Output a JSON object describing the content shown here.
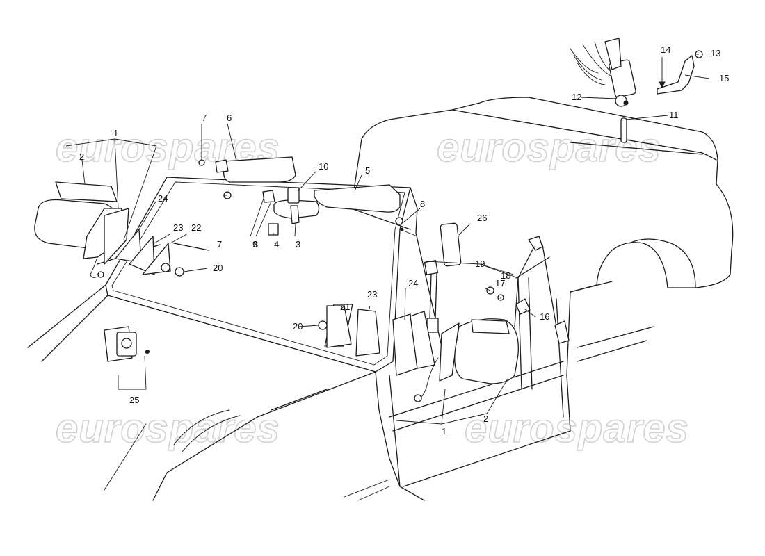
{
  "watermark": {
    "text": "eurospares"
  },
  "callouts": [
    {
      "label": "1",
      "name": "callout-1-left-mirror-assembly"
    },
    {
      "label": "2",
      "name": "callout-2-left-mirror-glass"
    },
    {
      "label": "3",
      "name": "callout-3-rear-view-mirror"
    },
    {
      "label": "4",
      "name": "callout-4-mirror-pad"
    },
    {
      "label": "5",
      "name": "callout-5-right-sun-visor"
    },
    {
      "label": "6",
      "name": "callout-6-left-sun-visor"
    },
    {
      "label": "7",
      "name": "callout-7-visor-clip-top"
    },
    {
      "label": "7",
      "name": "callout-7-visor-clip-lower"
    },
    {
      "label": "8",
      "name": "callout-8-screw-left"
    },
    {
      "label": "8",
      "name": "callout-8-screw-right"
    },
    {
      "label": "9",
      "name": "callout-9-visor-bracket"
    },
    {
      "label": "10",
      "name": "callout-10-mirror-mount"
    },
    {
      "label": "11",
      "name": "callout-11-antenna-mast"
    },
    {
      "label": "12",
      "name": "callout-12-antenna-motor"
    },
    {
      "label": "13",
      "name": "callout-13-nut"
    },
    {
      "label": "14",
      "name": "callout-14-bolt"
    },
    {
      "label": "15",
      "name": "callout-15-antenna-bracket"
    },
    {
      "label": "16",
      "name": "callout-16-belt-anchor"
    },
    {
      "label": "17",
      "name": "callout-17-belt-bolt"
    },
    {
      "label": "18",
      "name": "callout-18-belt-washer"
    },
    {
      "label": "19",
      "name": "callout-19-seat-belt"
    },
    {
      "label": "20",
      "name": "callout-20-knob-left"
    },
    {
      "label": "20",
      "name": "callout-20-knob-right"
    },
    {
      "label": "21",
      "name": "callout-21-trim-triangle"
    },
    {
      "label": "22",
      "name": "callout-22-gasket-left"
    },
    {
      "label": "23",
      "name": "callout-23-cover-left"
    },
    {
      "label": "23",
      "name": "callout-23-cover-right"
    },
    {
      "label": "24",
      "name": "callout-24-plate-left"
    },
    {
      "label": "24",
      "name": "callout-24-plate-right"
    },
    {
      "label": "25",
      "name": "callout-25-mirror-switch"
    },
    {
      "label": "26",
      "name": "callout-26-pillar-trim"
    },
    {
      "label": "1",
      "name": "callout-1-right-mirror-assembly"
    },
    {
      "label": "2",
      "name": "callout-2-right-mirror-glass"
    }
  ]
}
